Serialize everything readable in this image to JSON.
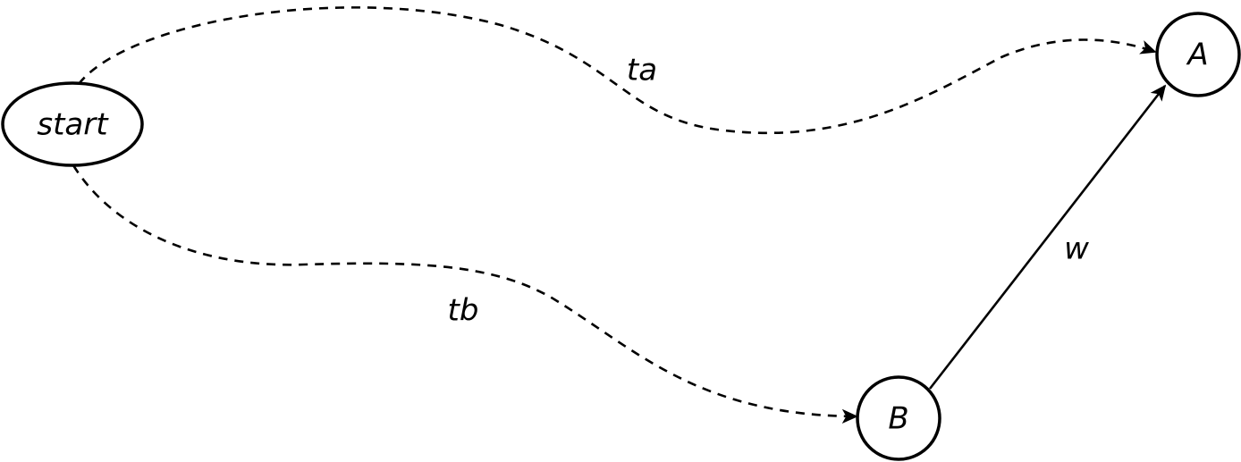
{
  "nodes": {
    "start": "start",
    "a": "A",
    "b": "B"
  },
  "edges": {
    "ta": "ta",
    "tb": "tb",
    "w": "w"
  },
  "styles": {
    "stroke": "#000000",
    "background": "#ffffff",
    "start_edges": "dashed",
    "b_to_a_edge": "solid"
  }
}
